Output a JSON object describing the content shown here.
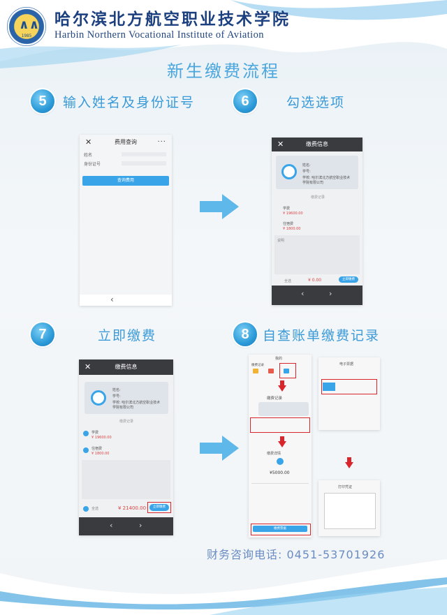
{
  "header": {
    "school_cn": "哈尔滨北方航空职业技术学院",
    "school_en": "Harbin Northern Vocational Institute of Aviation",
    "logo_year": "1985"
  },
  "title": "新生缴费流程",
  "steps": [
    {
      "number": "5",
      "label": "输入姓名及身份证号"
    },
    {
      "number": "6",
      "label": "勾选选项"
    },
    {
      "number": "7",
      "label": "立即缴费"
    },
    {
      "number": "8",
      "label": "自查账单缴费记录"
    }
  ],
  "screen5": {
    "bar_title": "费用查询",
    "field_name": "姓名",
    "field_id": "身份证号",
    "button": "查询费用",
    "back_glyph": "‹"
  },
  "screen6": {
    "bar_title": "缴费信息",
    "name_label": "姓名:",
    "id_label": "学号:",
    "school_line": "学校: 哈尔滨北方航空职业技术",
    "school_line2": "学院有限公司",
    "records_label": "缴费记录",
    "item1": "学费",
    "item1_amount": "¥ 19600.00",
    "item2": "住宿费",
    "item2_amount": "¥ 1800.00",
    "note_label": "说明",
    "total_label": "全选",
    "total": "¥ 0.00",
    "pay_button": "立即缴费"
  },
  "screen7": {
    "bar_title": "缴费信息",
    "name_label": "姓名:",
    "id_label": "学号:",
    "school_line": "学校: 哈尔滨北方航空职业技术",
    "school_line2": "学院有限公司",
    "records_label": "缴费记录",
    "item1": "学费",
    "item1_amount": "¥ 19600.00",
    "item2": "住宿费",
    "item2_amount": "¥ 1800.00",
    "total_label": "全选",
    "total": "¥ 21400.00",
    "pay_button": "立即缴费"
  },
  "screen8": {
    "menu_title": "我的",
    "left_tab": "缴费记录",
    "right_title": "电子票据",
    "record_title": "缴费记录",
    "detail_title": "缴费详情",
    "amount": "¥5000.00",
    "receipt_title": "打印凭证",
    "bottom_button": "缴费票据"
  },
  "contact": "财务咨询电话: 0451-53701926",
  "colors": {
    "accent": "#3a9ad8",
    "title": "#4aa6dd",
    "school": "#1b3f7f",
    "highlight": "#d9262c"
  }
}
